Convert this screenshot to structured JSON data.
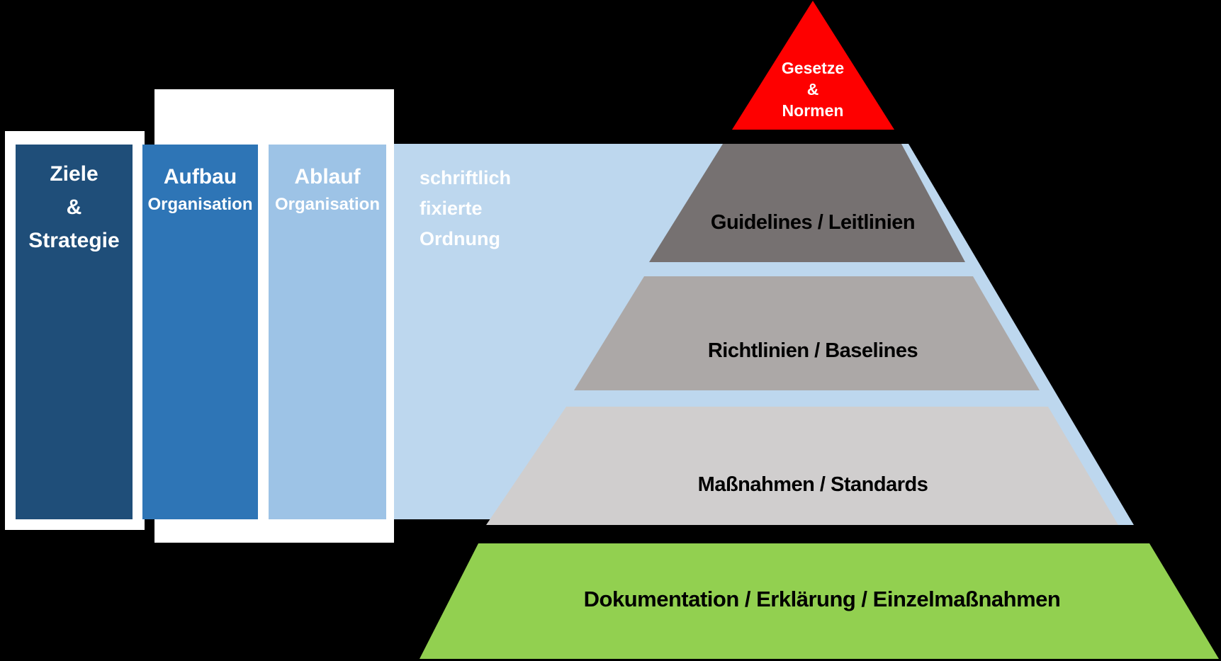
{
  "left_panel": {
    "column1": {
      "lines": [
        "Ziele",
        "&",
        "Strategie"
      ]
    },
    "column2": {
      "title": "Aufbau",
      "subtitle": "Organisation"
    },
    "column3": {
      "title": "Ablauf",
      "subtitle": "Organisation"
    },
    "written_order": {
      "lines": [
        "schriftlich",
        "fixierte",
        "Ordnung"
      ]
    }
  },
  "pyramid": {
    "apex": {
      "lines": [
        "Gesetze",
        "&",
        "Normen"
      ]
    },
    "levels": [
      {
        "label": "Guidelines / Leitlinien"
      },
      {
        "label": "Richtlinien / Baselines"
      },
      {
        "label": "Maßnahmen / Standards"
      }
    ],
    "base": {
      "label": "Dokumentation / Erklärung / Einzelmaßnahmen"
    }
  },
  "colors": {
    "background": "#000000",
    "frame_white": "#FFFFFF",
    "column_dark_blue": "#1F4E79",
    "column_medium_blue": "#2E75B6",
    "column_light_blue": "#9DC3E6",
    "pale_blue_block": "#BDD7EE",
    "apex_red": "#FE0000",
    "level1_gray": "#767171",
    "level2_gray": "#ACA8A7",
    "level3_gray": "#D0CECE",
    "base_green": "#92D050"
  }
}
